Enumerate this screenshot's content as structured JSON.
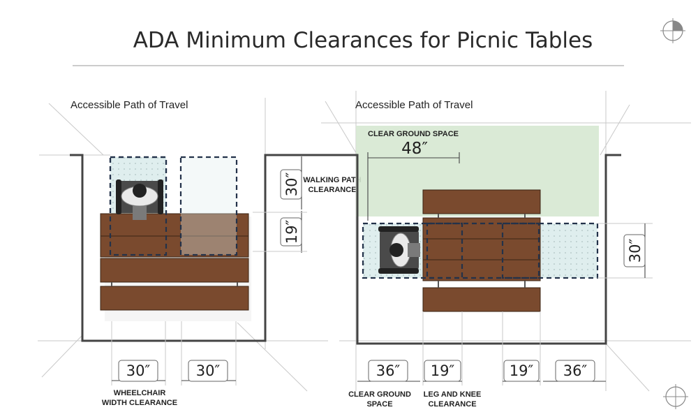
{
  "title": "ADA Minimum Clearances for Picnic Tables",
  "left": {
    "section_label": "Accessible Path of Travel",
    "walking_path_dim": "30″",
    "walking_path_caption_1": "WALKING PATH",
    "walking_path_caption_2": "CLEARANCE",
    "table_overhang_dim": "19″",
    "width_dim_1": "30″",
    "width_dim_2": "30″",
    "width_caption_1": "WHEELCHAIR",
    "width_caption_2": "WIDTH CLEARANCE"
  },
  "right": {
    "section_label": "Accessible Path of Travel",
    "clear_ground_caption": "CLEAR GROUND SPACE",
    "clear_ground_dim": "48″",
    "side_dim": "30″",
    "bottom_dim_1": "36″",
    "bottom_dim_2": "19″",
    "bottom_dim_3": "19″",
    "bottom_dim_4": "36″",
    "caption_clear_1": "CLEAR GROUND",
    "caption_clear_2": "SPACE",
    "caption_knee_1": "LEG AND KNEE",
    "caption_knee_2": "CLEARANCE"
  },
  "colors": {
    "wood": "#7a4a2e",
    "clear_zone": "#dfeeee",
    "clear_ground_space": "#d6e8d2",
    "dashed_border": "#23324a"
  },
  "icons": [
    "wheelchair-user-icon",
    "crosshair-mark-icon"
  ]
}
